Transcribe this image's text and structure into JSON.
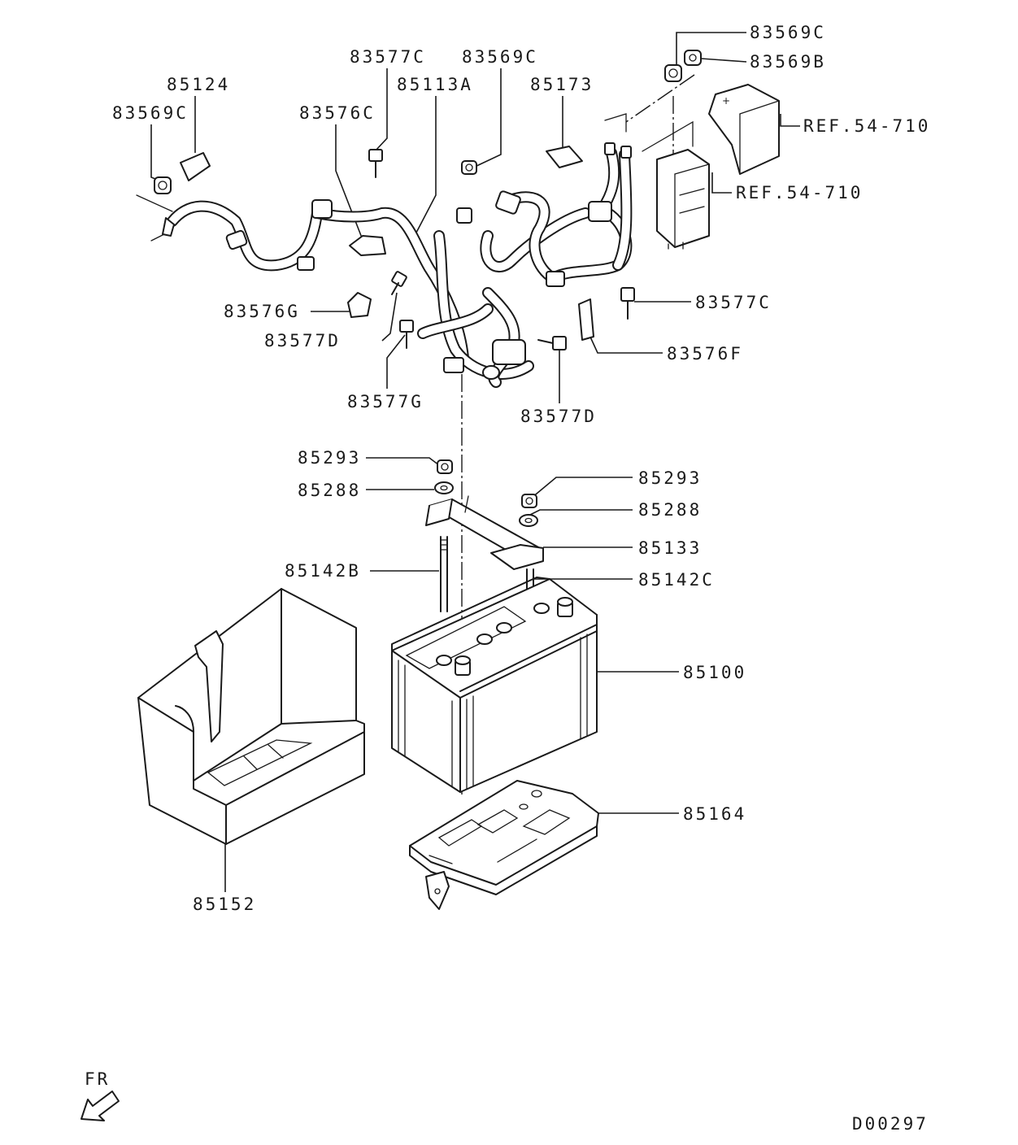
{
  "diagram": {
    "sheet_code": "D00297",
    "direction": {
      "label": "FR",
      "icon": "arrow-down-left-icon"
    },
    "callouts": {
      "p83569C_top": "83569C",
      "p83569B": "83569B",
      "ref_upper": "REF.54-710",
      "ref_lower": "REF.54-710",
      "p83577C_top": "83577C",
      "p83569C_mid": "83569C",
      "p85124": "85124",
      "p85113A": "85113A",
      "p85173": "85173",
      "p83569C_left": "83569C",
      "p83576C": "83576C",
      "p83577C_right": "83577C",
      "p83576G": "83576G",
      "p83577D_left": "83577D",
      "p83576F": "83576F",
      "p83577G": "83577G",
      "p83577D_bottom": "83577D",
      "p85293_left": "85293",
      "p85288_left": "85288",
      "p85293_right": "85293",
      "p85288_right": "85288",
      "p85133": "85133",
      "p85142B": "85142B",
      "p85142C": "85142C",
      "p85100": "85100",
      "p85164": "85164",
      "p85152": "85152"
    }
  }
}
